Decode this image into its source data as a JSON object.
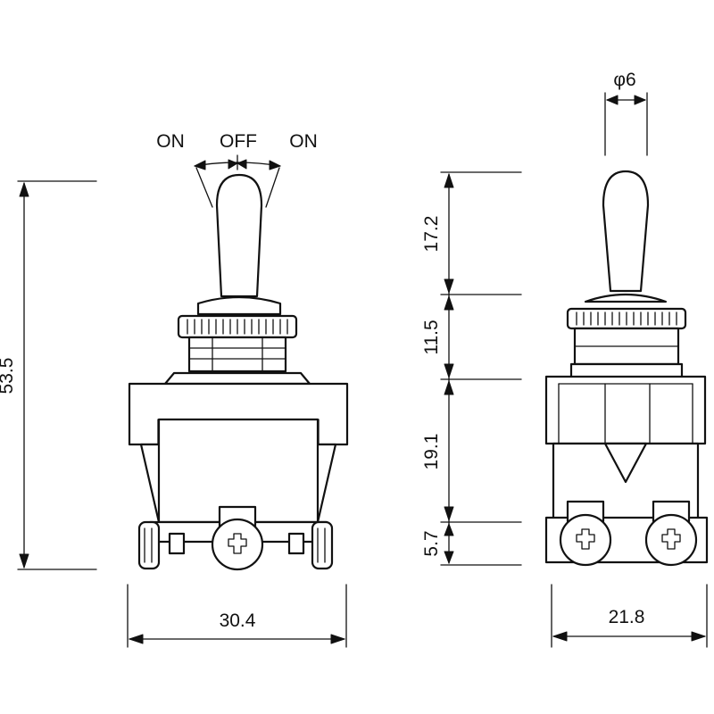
{
  "diagram": {
    "positions": {
      "on_left": "ON",
      "off": "OFF",
      "on_right": "ON"
    },
    "front_view": {
      "overall_height": "53.5",
      "body_width": "30.4"
    },
    "side_view": {
      "lever_diameter": "φ6",
      "lever_height": "17.2",
      "bushing_height": "11.5",
      "body_height": "19.1",
      "terminal_height": "5.7",
      "body_width": "21.8"
    }
  }
}
